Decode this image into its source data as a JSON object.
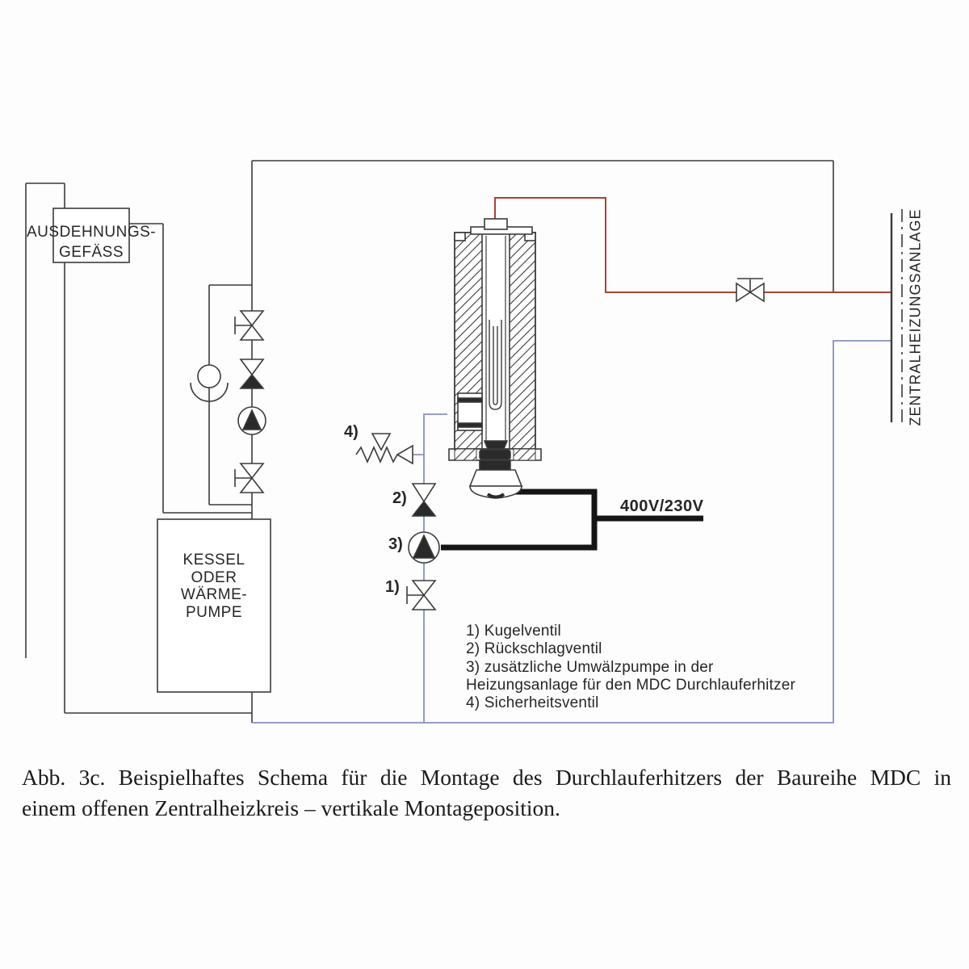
{
  "diagram": {
    "labels": {
      "expansion_vessel": "AUSDEHNUNGS-\nGEFÄSS",
      "boiler": "KESSEL\nODER\nWÄRME-\nPUMPE",
      "central_heating_system": "ZENTRALHEIZUNGSANLAGE",
      "voltage": "400V/230V",
      "callout_1": "1)",
      "callout_2": "2)",
      "callout_3": "3)",
      "callout_4": "4)"
    },
    "legend": {
      "lines": [
        "1) Kugelventil",
        "2) Rückschlagventil",
        "3) zusätzliche Umwälzpumpe in der",
        "Heizungsanlage für den MDC Durchlauferhitzer",
        "4) Sicherheitsventil"
      ]
    },
    "colors": {
      "supply_line": "#a84434",
      "return_line": "#8591bd",
      "pipe_line": "#3b3b3b",
      "cable": "#151515"
    }
  },
  "caption": {
    "line1": "Abb. 3c. Beispielhaftes Schema für die Montage des Durchlauferhitzers der Baureihe MDC in",
    "line2": "einem offenen Zentralheizkreis – vertikale Montageposition."
  }
}
